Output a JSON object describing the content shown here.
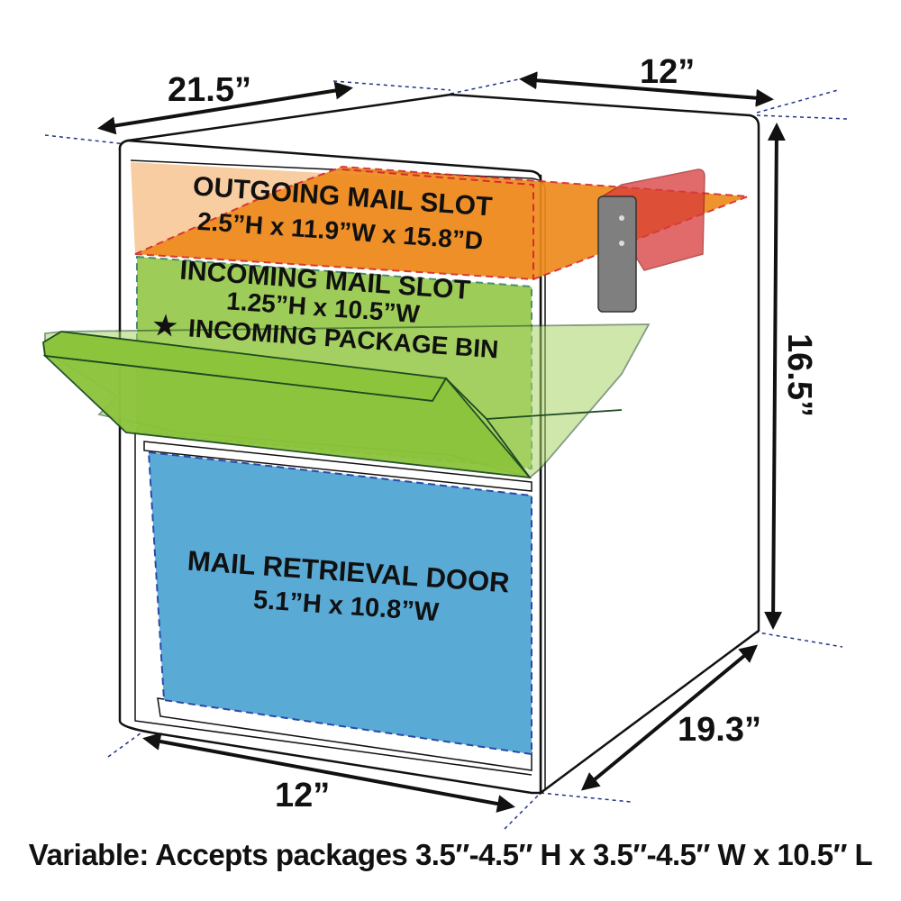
{
  "dimensions": {
    "top_depth": "21.5”",
    "top_width": "12”",
    "height": "16.5”",
    "bottom_depth": "19.3”",
    "bottom_width": "12”"
  },
  "outgoing_slot": {
    "title": "OUTGOING MAIL SLOT",
    "size": "2.5”H x 11.9”W x 15.8”D"
  },
  "incoming_slot": {
    "title": "INCOMING MAIL SLOT",
    "size": "1.25”H x 10.5”W"
  },
  "package_bin": {
    "title": "INCOMING PACKAGE BIN",
    "marker": "★"
  },
  "retrieval_door": {
    "title": "MAIL RETRIEVAL DOOR",
    "size": "5.1”H x 10.8”W"
  },
  "footer_note": "Variable: Accepts packages 3.5″-4.5″ H x 3.5″-4.5″ W x 10.5″ L",
  "colors": {
    "orange": "#ee8a1e",
    "green": "#8cc43c",
    "blue": "#5aaad6",
    "flag": "#d83a3a"
  }
}
